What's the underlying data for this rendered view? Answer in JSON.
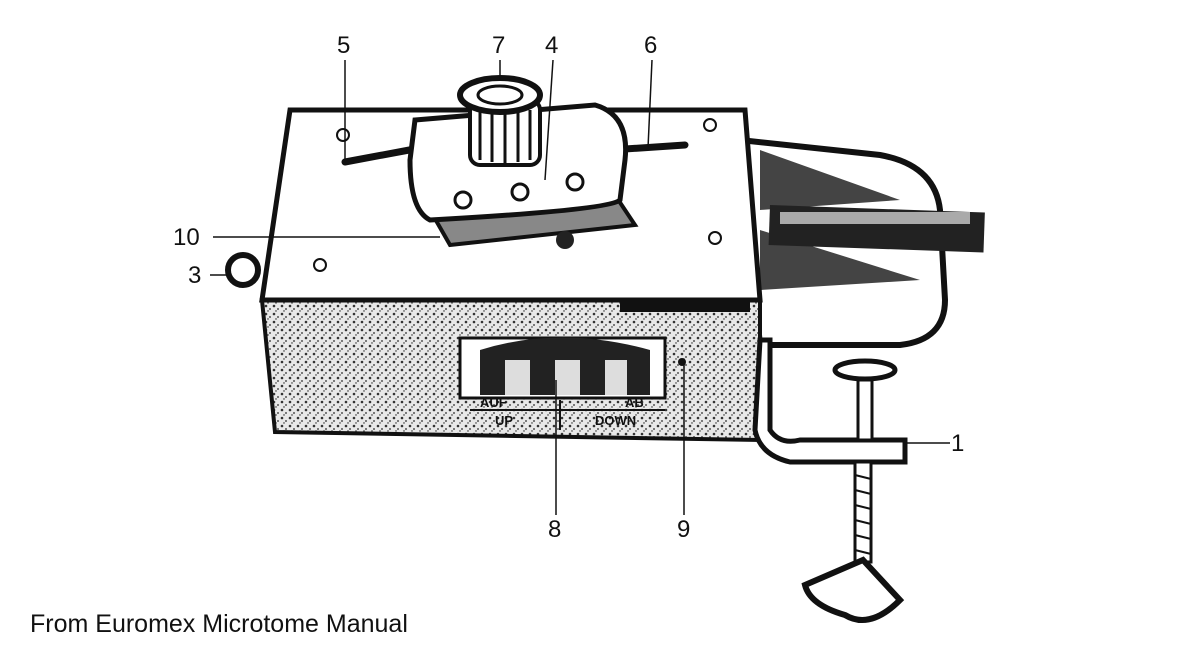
{
  "caption": "From Euromex Microtome Manual",
  "callouts": [
    {
      "id": "1",
      "label": "1"
    },
    {
      "id": "3",
      "label": "3"
    },
    {
      "id": "4",
      "label": "4"
    },
    {
      "id": "5",
      "label": "5"
    },
    {
      "id": "6",
      "label": "6"
    },
    {
      "id": "7",
      "label": "7"
    },
    {
      "id": "8",
      "label": "8"
    },
    {
      "id": "9",
      "label": "9"
    },
    {
      "id": "10",
      "label": "10"
    }
  ],
  "device_text": {
    "up_de": "AUF",
    "up_en": "UP",
    "down_de": "AB",
    "down_en": "DOWN"
  }
}
